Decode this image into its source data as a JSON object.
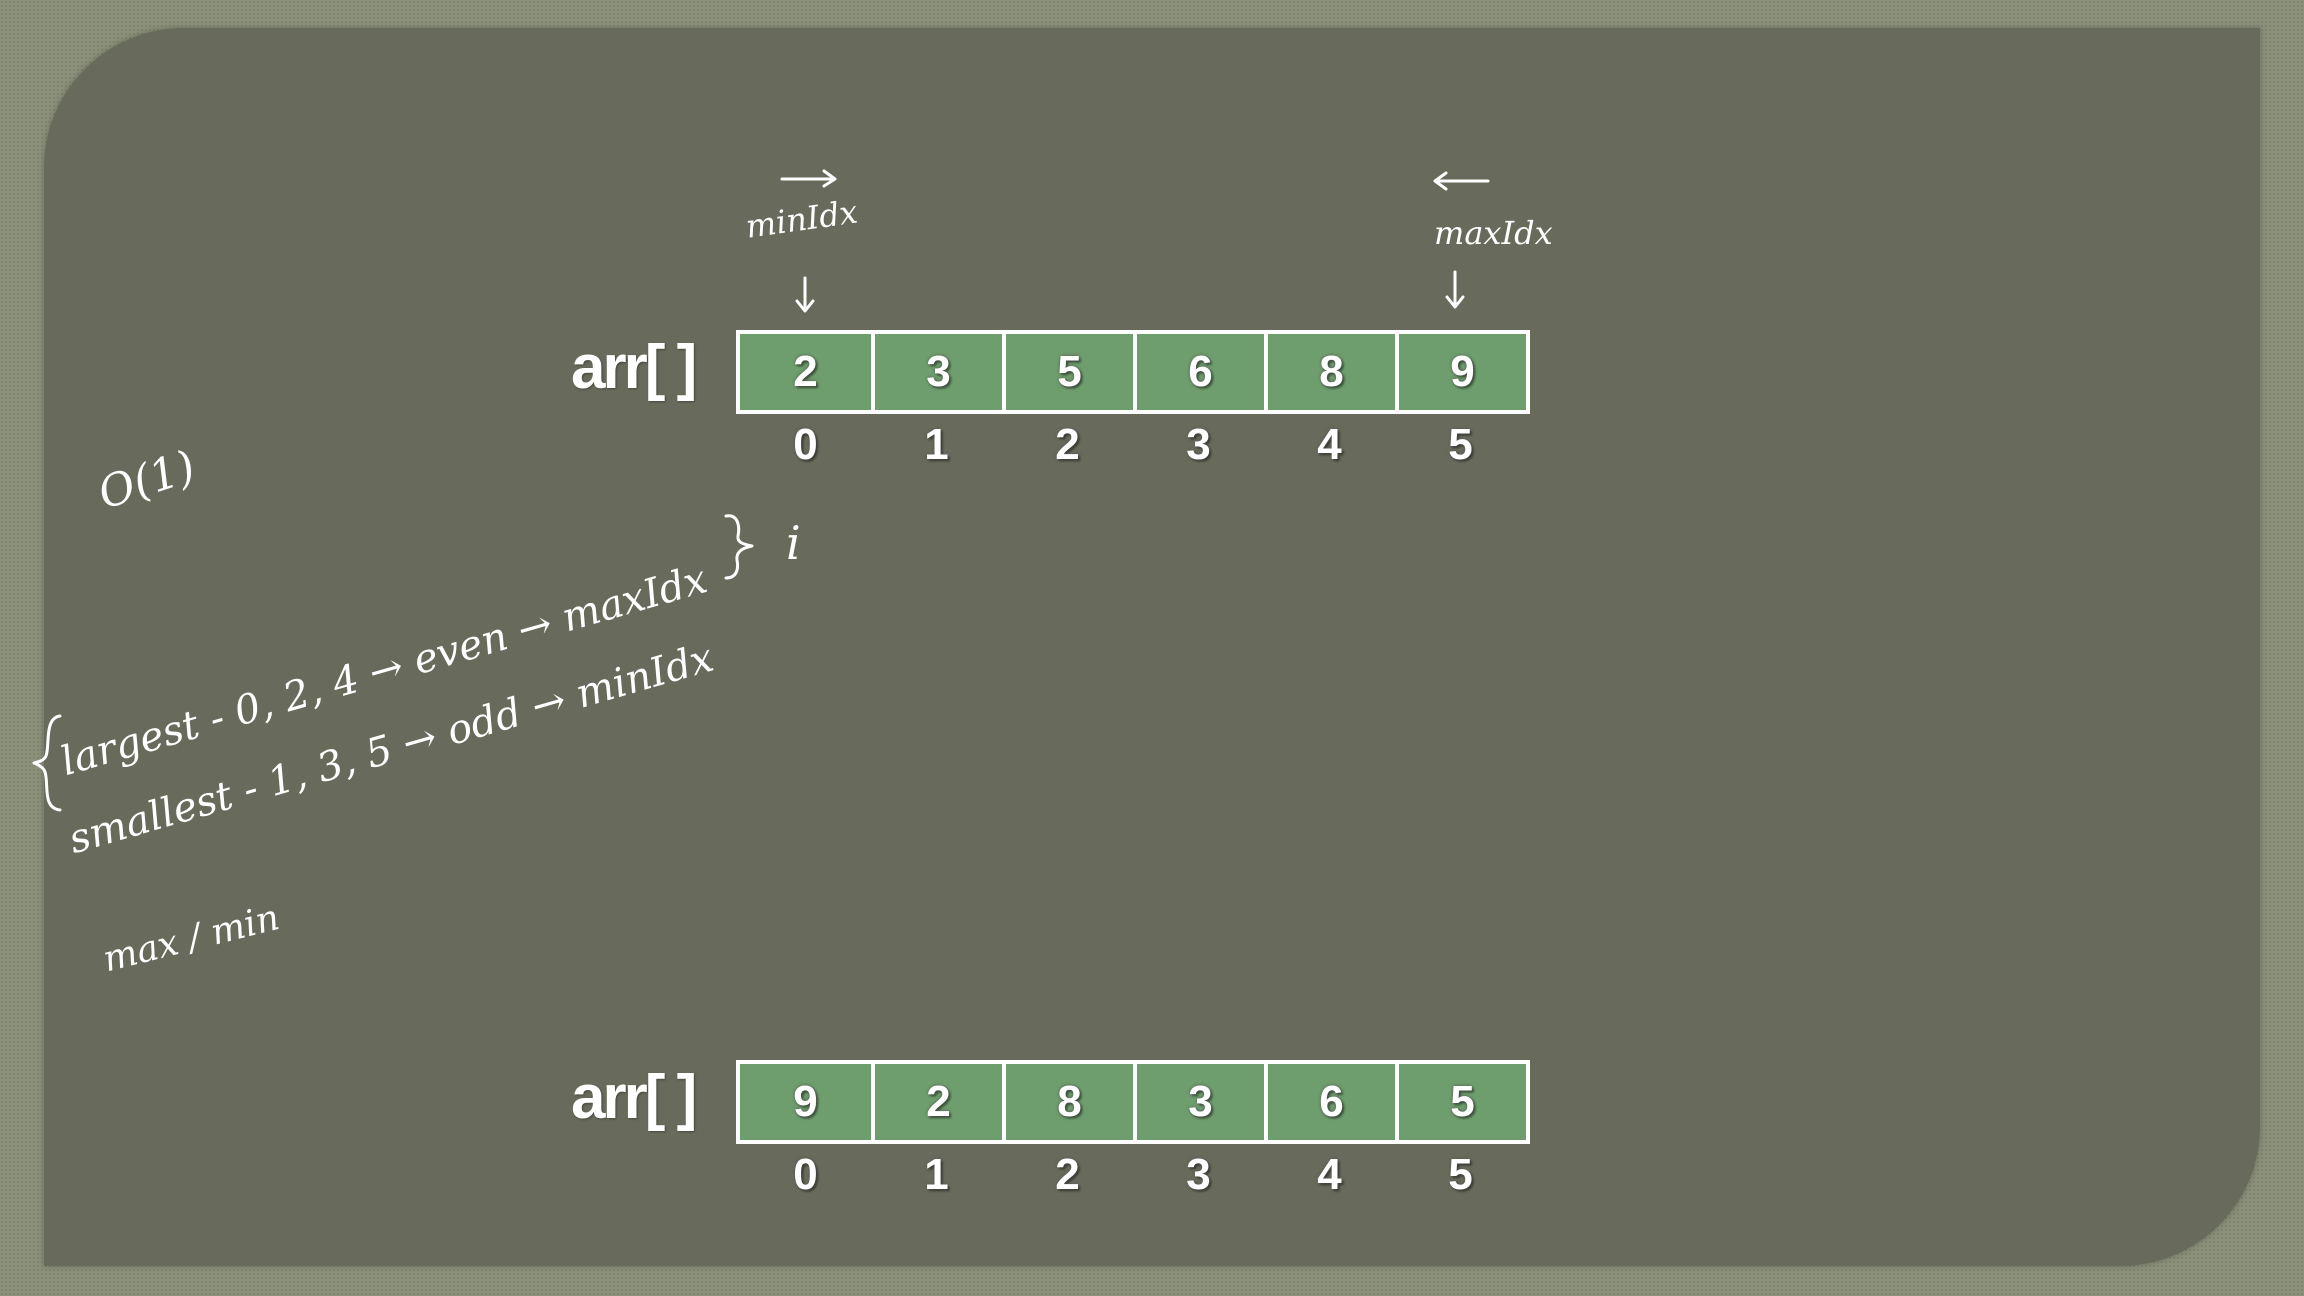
{
  "arrays": [
    {
      "label": "arr[ ]",
      "values": [
        "2",
        "3",
        "5",
        "6",
        "8",
        "9"
      ],
      "indices": [
        "0",
        "1",
        "2",
        "3",
        "4",
        "5"
      ]
    },
    {
      "label": "arr[ ]",
      "values": [
        "9",
        "2",
        "8",
        "3",
        "6",
        "5"
      ],
      "indices": [
        "0",
        "1",
        "2",
        "3",
        "4",
        "5"
      ]
    }
  ],
  "annotations": {
    "min_pointer": "minIdx",
    "max_pointer": "maxIdx",
    "complexity": "O(1)",
    "rule_largest": "largest - 0, 2, 4 → even → maxIdx",
    "rule_smallest": "smallest - 1, 3, 5 → odd → minIdx",
    "loop_var": "i",
    "max_min": "max / min"
  },
  "colors": {
    "background": "#8a9079",
    "panel": "#686b5b",
    "cell_fill": "#6e9e6d",
    "ink": "#ffffff"
  }
}
